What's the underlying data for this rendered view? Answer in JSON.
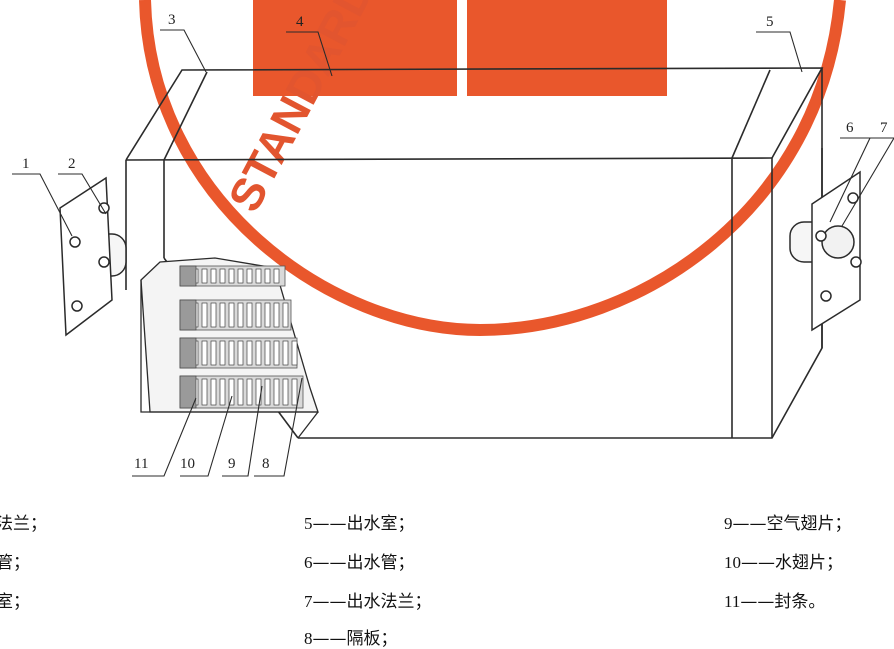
{
  "diagram": {
    "watermark_text": "STANDARDS",
    "callouts": [
      "1",
      "2",
      "3",
      "4",
      "5",
      "6",
      "7",
      "8",
      "9",
      "10",
      "11"
    ],
    "legend_col1": [
      "法兰；",
      "管；",
      "室；",
      ""
    ],
    "legend_col2": [
      {
        "num": "5",
        "dash": "——",
        "text": "出水室；"
      },
      {
        "num": "6",
        "dash": "——",
        "text": "出水管；"
      },
      {
        "num": "7",
        "dash": "——",
        "text": "出水法兰；"
      },
      {
        "num": "8",
        "dash": "——",
        "text": "隔板；"
      }
    ],
    "legend_col3": [
      {
        "num": "9",
        "dash": "——",
        "text": "空气翅片；"
      },
      {
        "num": "10",
        "dash": "——",
        "text": "水翅片；"
      },
      {
        "num": "11",
        "dash": "——",
        "text": "封条。"
      }
    ],
    "colors": {
      "line": "#2b2b2b",
      "watermark": "#e2552f",
      "fins": "#555555"
    }
  }
}
